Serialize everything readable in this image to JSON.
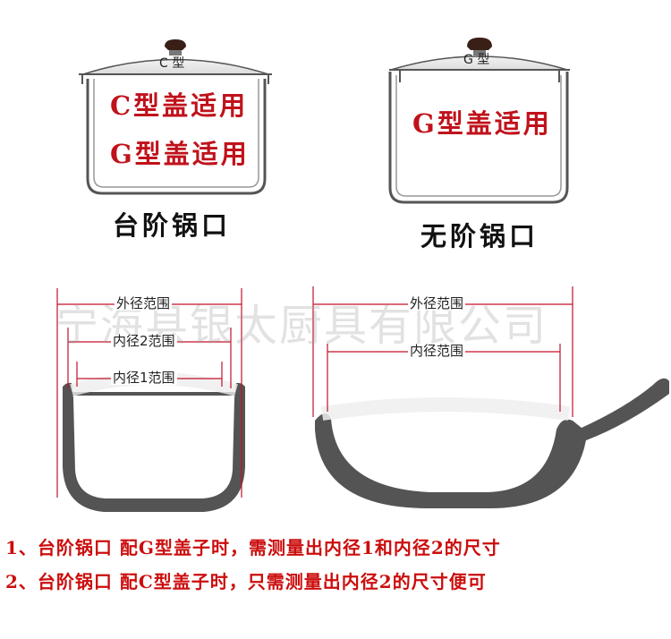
{
  "top_left": {
    "lid_label": "C 型",
    "line1": "C型盖适用",
    "line2": "G型盖适用",
    "caption": "台阶锅口"
  },
  "top_right": {
    "lid_label": "G 型",
    "line1": "G型盖适用",
    "caption": "无阶锅口"
  },
  "bottom_left": {
    "outer": "外径范围",
    "inner2": "内径2范围",
    "inner1": "内径1范围"
  },
  "bottom_right": {
    "outer": "外径范围",
    "inner": "内径范围"
  },
  "watermark": "宁海县银太厨具有限公司",
  "notes": {
    "note1": "1、台阶锅口 配G型盖子时，需测量出内径1和内径2的尺寸",
    "note2": "2、台阶锅口 配C型盖子时，只需测量出内径2的尺寸便可"
  },
  "colors": {
    "pan_body": "#545454",
    "dimension_line": "#c3112a",
    "text_red": "#c0121b",
    "note_red": "#cc0d0d"
  }
}
